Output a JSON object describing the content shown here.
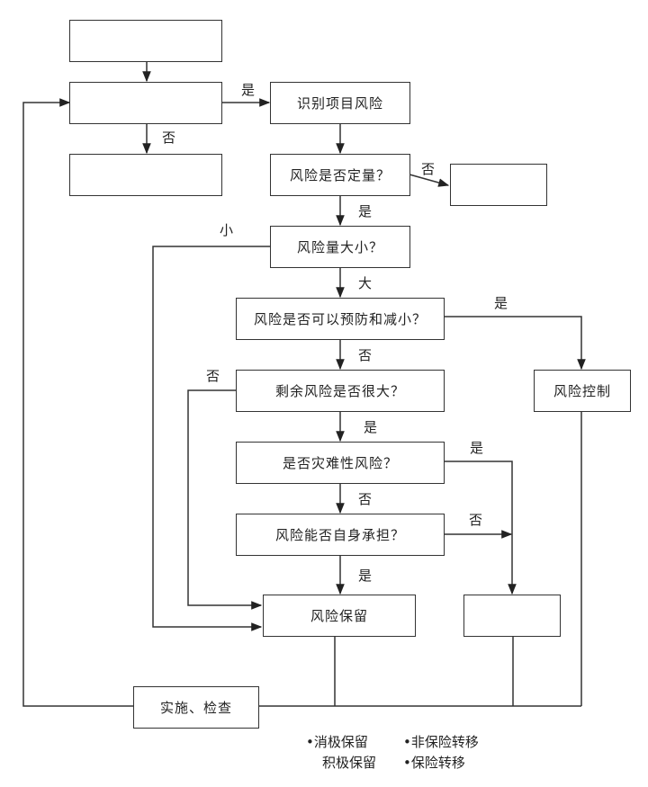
{
  "boxes": {
    "identify": "识别项目风险",
    "quantify_q": "风险是否定量？",
    "size_q": "风险量大小？",
    "prevent_q": "风险是否可以预防和减小？",
    "residual_q": "剩余风险是否很大？",
    "catastrophic_q": "是否灾难性风险？",
    "self_bear_q": "风险能否自身承担？",
    "retention": "风险保留",
    "control": "风险控制",
    "implement": "实施、检查"
  },
  "labels": {
    "yes_identify": "是",
    "no_top": "否",
    "no_quantify": "否",
    "yes_quantify": "是",
    "small": "小",
    "large": "大",
    "yes_prevent": "是",
    "no_prevent": "否",
    "no_residual": "否",
    "yes_residual": "是",
    "yes_catastrophic": "是",
    "no_catastrophic": "否",
    "no_self_bear": "否",
    "yes_self_bear": "是"
  },
  "legend": {
    "passive_retention": "•消极保留",
    "active_retention": "积极保留",
    "non_insurance_transfer": "•非保险转移",
    "insurance_transfer": "•保险转移"
  }
}
